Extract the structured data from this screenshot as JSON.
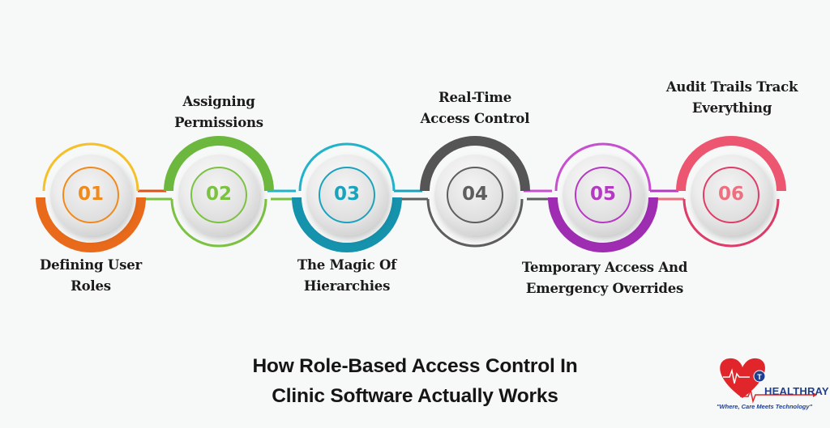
{
  "title": {
    "line1": "How Role-Based Access Control In",
    "line2": "Clinic Software Actually Works"
  },
  "steps": [
    {
      "number": "01",
      "line1": "Defining User",
      "line2": "Roles",
      "label_position": "below",
      "color": "#f08a1c",
      "color_dark": "#d9531a",
      "color_light": "#f5c02a"
    },
    {
      "number": "02",
      "line1": "Assigning",
      "line2": "Permissions",
      "label_position": "above",
      "color": "#7cc242",
      "color_dark": "#5aa63a",
      "color_light": "#9ad04c"
    },
    {
      "number": "03",
      "line1": "The Magic Of",
      "line2": "Hierarchies",
      "label_position": "below",
      "color": "#1ba3bd",
      "color_dark": "#127e98",
      "color_light": "#21b3c9"
    },
    {
      "number": "04",
      "line1": "Real-Time",
      "line2": "Access Control",
      "label_position": "above",
      "color": "#5e5e5e",
      "color_dark": "#4a4a4a",
      "color_light": "#6b6b6b"
    },
    {
      "number": "05",
      "line1": "Temporary Access And",
      "line2": "Emergency Overrides",
      "label_position": "below",
      "color": "#b43ac2",
      "color_dark": "#8c239e",
      "color_light": "#c84fd0"
    },
    {
      "number": "06",
      "line1": "Audit Trails Track",
      "line2": "Everything",
      "label_position": "above",
      "color": "#ee6f7e",
      "color_dark": "#df3c68",
      "color_light": "#f27d84"
    }
  ],
  "logo": {
    "name": "HEALTHRAY",
    "tagline": "\"Where, Care Meets Technology\"",
    "heart_color": "#e0262b",
    "text_color": "#1f3f8f"
  }
}
